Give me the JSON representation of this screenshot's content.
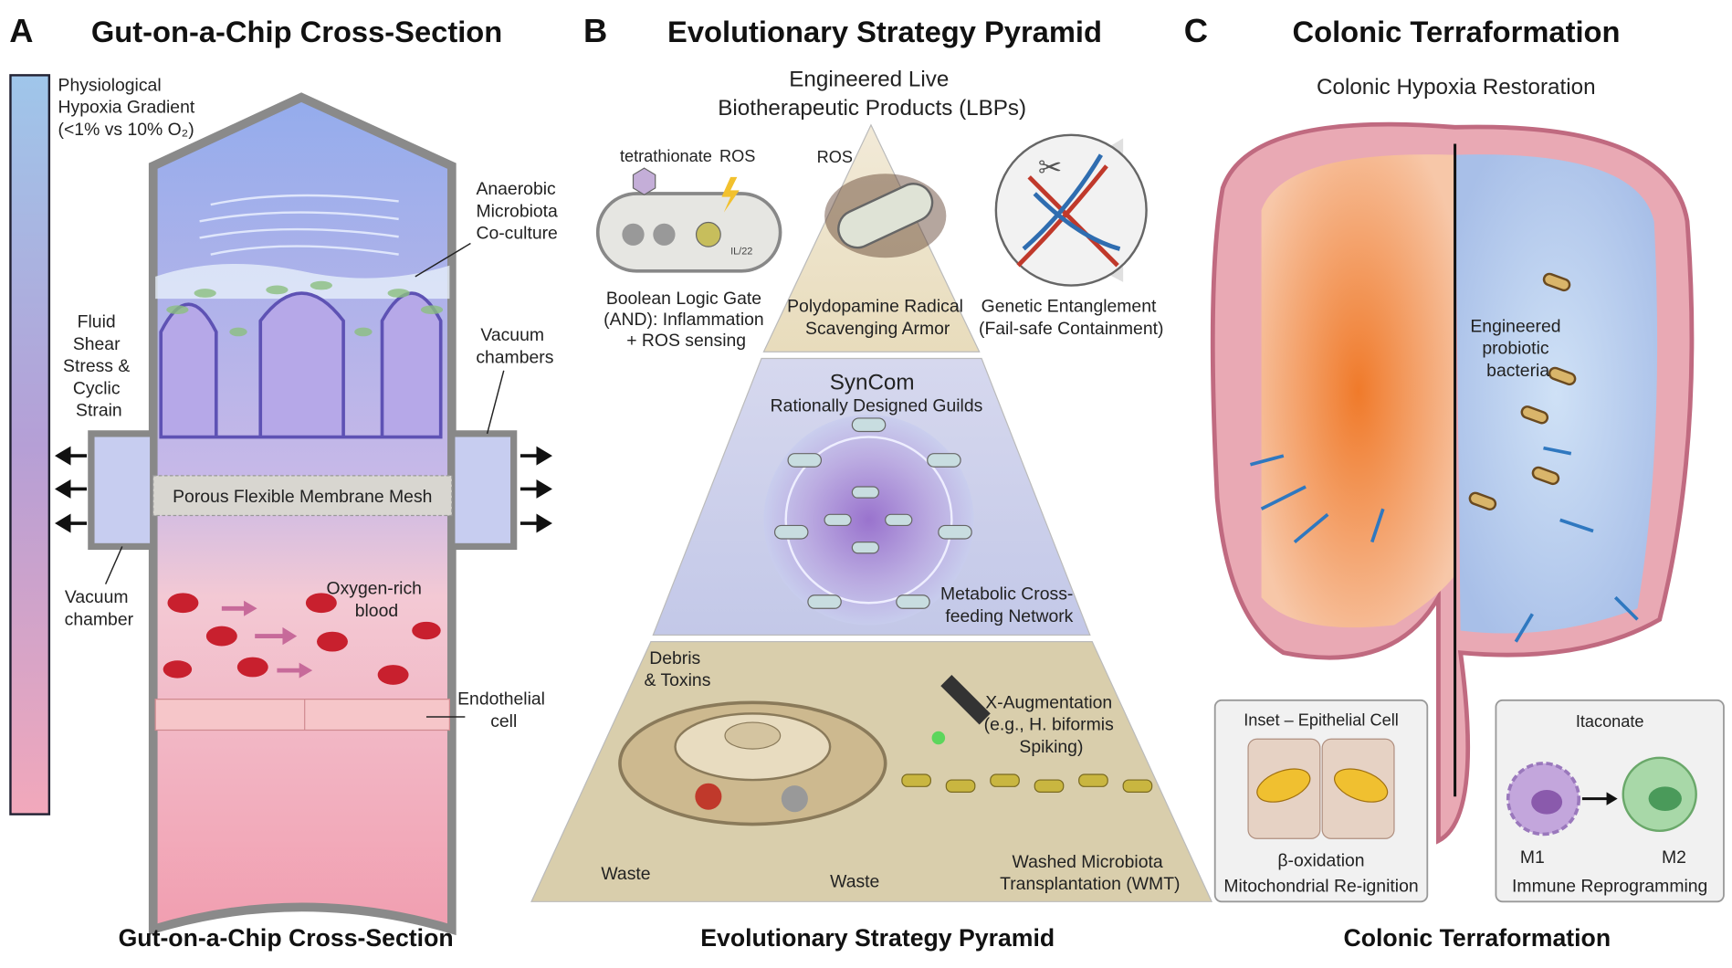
{
  "panels": {
    "a": {
      "letter": "A",
      "title": "Gut-on-a-Chip Cross-Section",
      "gradient_label": [
        "Physiological",
        "Hypoxia Gradient",
        "(<1% vs 10% O₂)"
      ],
      "anaerobic": [
        "Anaerobic",
        "Microbiota",
        "Co-culture"
      ],
      "fluid": [
        "Fluid",
        "Shear",
        "Stress &",
        "Cyclic",
        "Strain"
      ],
      "vacuum_chambers": [
        "Vacuum",
        "chambers"
      ],
      "membrane": "Porous Flexible Membrane Mesh",
      "vacuum_chamber": [
        "Vacuum",
        "chamber"
      ],
      "blood": [
        "Oxygen-rich",
        "blood"
      ],
      "endothelial": [
        "Endothelial",
        "cell"
      ],
      "footer": "Gut-on-a-Chip Cross-Section",
      "colors": {
        "hypoxic": "#9fc3e8",
        "oxygenated": "#f2a8b8"
      }
    },
    "b": {
      "letter": "B",
      "title": "Evolutionary Strategy Pyramid",
      "top_title": [
        "Engineered Live",
        "Biotherapeutic Products (LBPs)"
      ],
      "tetrathionate": "tetrathionate",
      "ros1": "ROS",
      "ros2": "ROS",
      "il": "IL/22",
      "logic_gate": [
        "Boolean Logic Gate",
        "(AND): Inflammation",
        "+ ROS sensing"
      ],
      "armor": [
        "Polydopamine Radical",
        "Scavenging Armor"
      ],
      "entanglement": [
        "Genetic Entanglement",
        "(Fail-safe Containment)"
      ],
      "syncom_title": "SynCom",
      "syncom_sub": "Rationally Designed Guilds",
      "crossfeeding": [
        "Metabolic Cross-",
        "feeding Network"
      ],
      "debris": [
        "Debris",
        "& Toxins"
      ],
      "xaug": [
        "X-Augmentation",
        "(e.g., H. biformis",
        "Spiking)"
      ],
      "waste1": "Waste",
      "waste2": "Waste",
      "wmt": [
        "Washed Microbiota",
        "Transplantation (WMT)"
      ],
      "footer": "Evolutionary Strategy Pyramid"
    },
    "c": {
      "letter": "C",
      "title": "Colonic Terraformation",
      "subtitle": "Colonic Hypoxia Restoration",
      "probiotic": [
        "Engineered",
        "probiotic",
        "bacteria"
      ],
      "inset1_title": "Inset – Epithelial Cell",
      "inset1_beta": "β-oxidation",
      "inset1_caption": "Mitochondrial Re-ignition",
      "inset2_title": "Itaconate",
      "m1": "M1",
      "m2": "M2",
      "inset2_caption": "Immune Reprogramming",
      "footer": "Colonic Terraformation"
    }
  }
}
